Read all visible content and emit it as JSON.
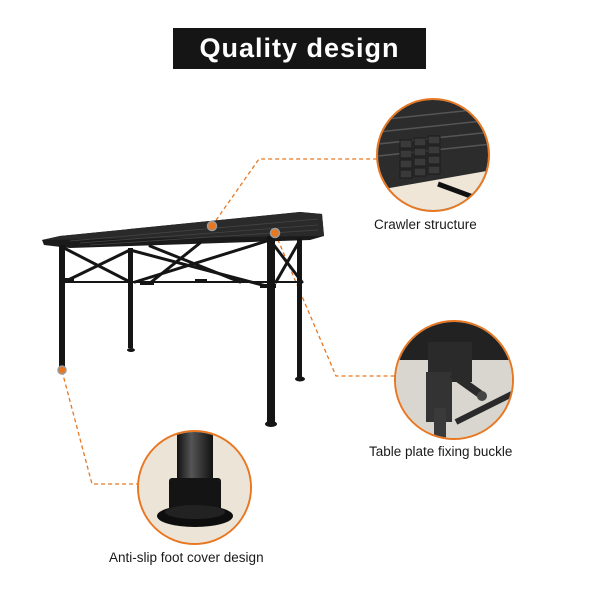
{
  "title": "Quality design",
  "accent_color": "#e87722",
  "features": [
    {
      "id": "crawler",
      "label": "Crawler structure",
      "icon": "slatted-tabletop-closeup"
    },
    {
      "id": "buckle",
      "label": "Table plate fixing buckle",
      "icon": "fixing-buckle-closeup"
    },
    {
      "id": "foot",
      "label": "Anti-slip foot cover design",
      "icon": "foot-cover-closeup"
    }
  ],
  "product": {
    "name": "folding-table",
    "color": "#151515"
  }
}
